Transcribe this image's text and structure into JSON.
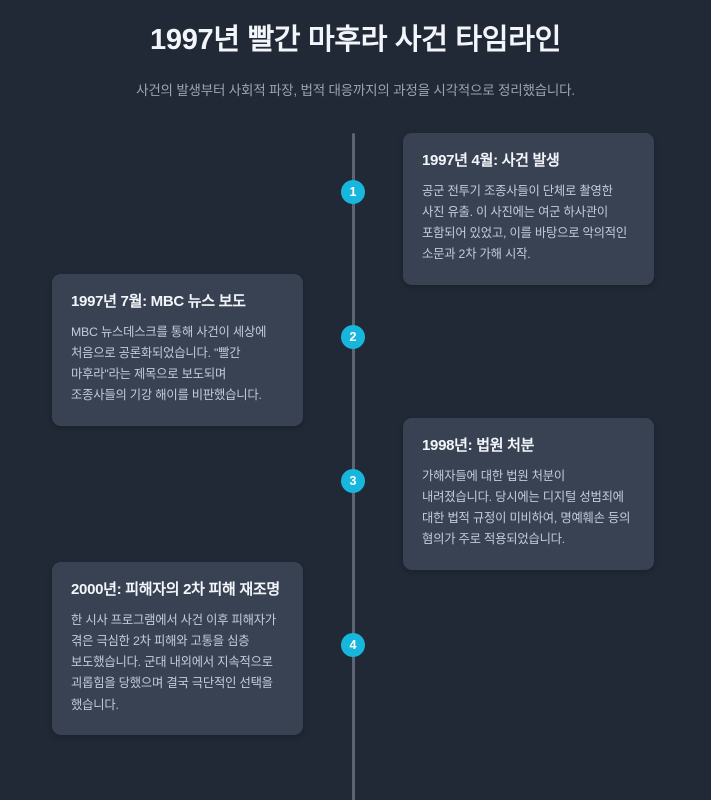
{
  "header": {
    "title": "1997년 빨간 마후라 사건 타임라인",
    "subtitle": "사건의 발생부터 사회적 파장, 법적 대응까지의 과정을 시각적으로 정리했습니다."
  },
  "theme": {
    "page_background": "#212936",
    "card_background": "#394253",
    "accent": "#17B6DC",
    "axis_color": "#5A6475",
    "title_color": "#F2F5F9",
    "body_color": "#C3CBDA",
    "subtitle_color": "#9BA3B4"
  },
  "timeline": {
    "events": [
      {
        "marker": "1",
        "side": "right",
        "title": "1997년 4월: 사건 발생",
        "body": "공군 전투기 조종사들이 단체로 촬영한 사진 유출. 이 사진에는 여군 하사관이 포함되어 있었고, 이를 바탕으로 악의적인 소문과 2차 가해 시작."
      },
      {
        "marker": "2",
        "side": "left",
        "title": "1997년 7월: MBC 뉴스 보도",
        "body": "MBC 뉴스데스크를 통해 사건이 세상에 처음으로 공론화되었습니다. \"빨간 마후라\"라는 제목으로 보도되며 조종사들의 기강 해이를 비판했습니다."
      },
      {
        "marker": "3",
        "side": "right",
        "title": "1998년: 법원 처분",
        "body": "가해자들에 대한 법원 처분이 내려졌습니다. 당시에는 디지털 성범죄에 대한 법적 규정이 미비하여, 명예훼손 등의 혐의가 주로 적용되었습니다."
      },
      {
        "marker": "4",
        "side": "left",
        "title": "2000년: 피해자의 2차 피해 재조명",
        "body": "한 시사 프로그램에서 사건 이후 피해자가 겪은 극심한 2차 피해와 고통을 심층 보도했습니다. 군대 내외에서 지속적으로 괴롭힘을 당했으며 결국 극단적인 선택을 했습니다."
      }
    ]
  }
}
